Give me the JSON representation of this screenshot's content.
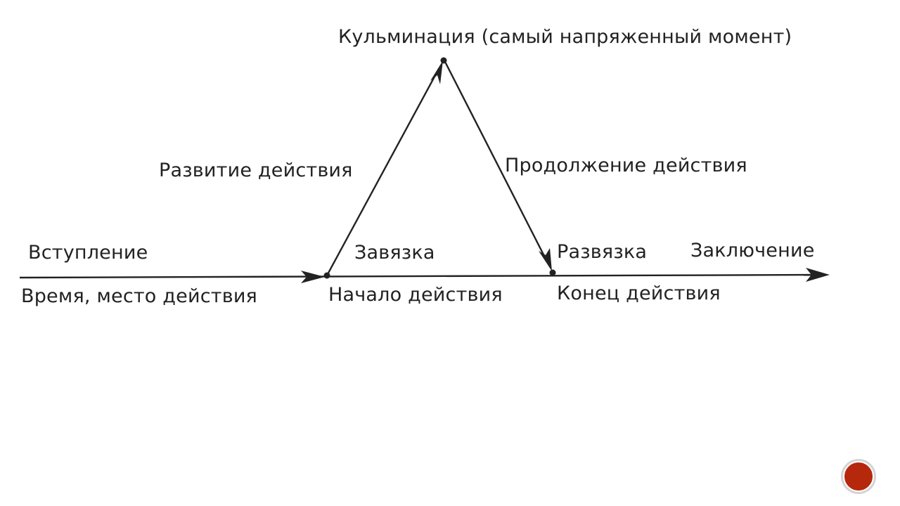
{
  "labels": {
    "climax": "Кульминация (самый напряженный момент)",
    "rising_action": "Развитие действия",
    "falling_action": "Продолжение действия",
    "exposition": "Вступление",
    "exposition_detail": "Время, место действия",
    "inciting": "Завязка",
    "inciting_detail": "Начало действия",
    "resolution": "Развязка",
    "resolution_detail": "Конец действия",
    "conclusion": "Заключение"
  },
  "colors": {
    "ink": "#222222",
    "nav_button": "#b5280c"
  },
  "icons": {
    "nav": "circle-button"
  }
}
